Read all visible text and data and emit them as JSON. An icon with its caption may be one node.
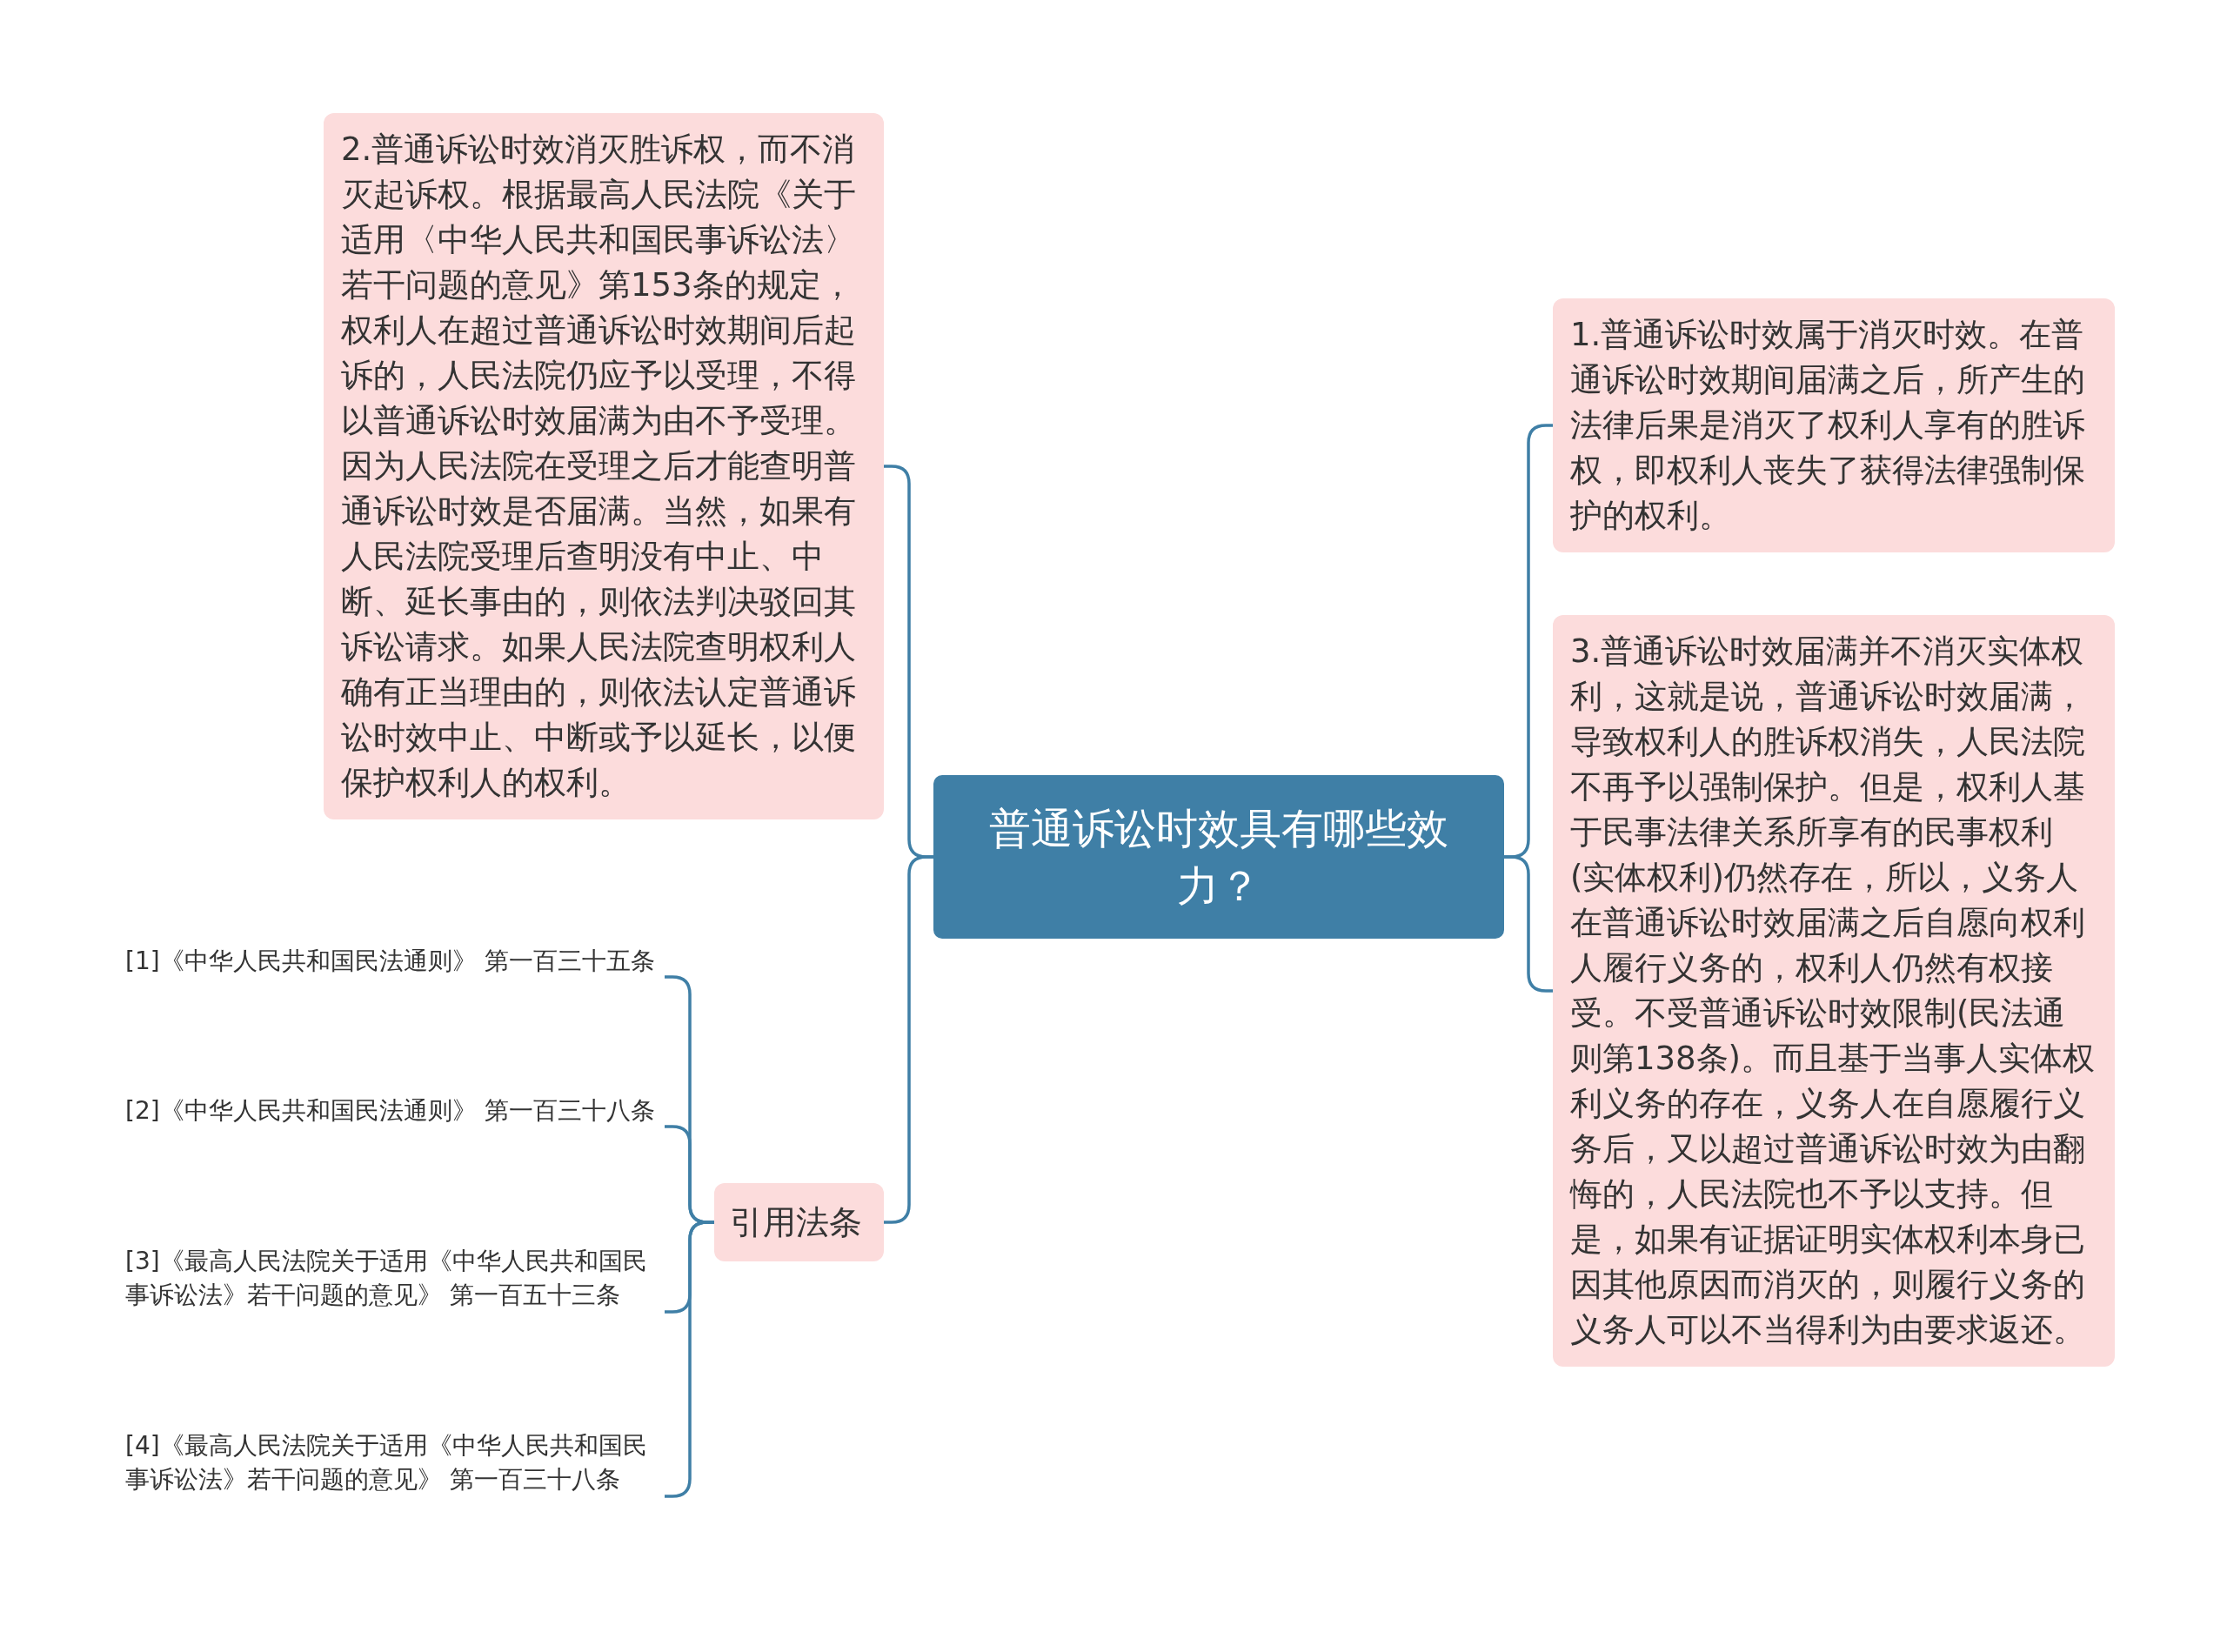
{
  "diagram": {
    "nodes": [
      {
        "text": [
          "普通诉讼时效具有哪些效力？"
        ]
      },
      {
        "text": [
          "1.普通诉讼时效属于消灭时效。在普通诉讼时效期间届满之后，所产生的法律后果是消灭了权利人享有的胜诉权，即权利人丧失了获得法律强制保护的权利。"
        ]
      },
      {
        "text": [
          "2.普通诉讼时效消灭胜诉权，而不消灭起诉权。根据最高人民法院《关于适用〈中华人民共和国民事诉讼法〉若干问题的意见》第153条的规定，权利人在超过普通诉讼时效期间后起诉的，人民法院仍应予以受理，不得以普通诉讼时效届满为由不予受理。因为人民法院在受理之后才能查明普通诉讼时效是否届满。当然，如果有人民法院受理后查明没有中止、中断、延长事由的，则依法判决驳回其诉讼请求。如果人民法院查明权利人确有正当理由的，则依法认定普通诉讼时效中止、中断或予以延长，以便保护权利人的权利。"
        ]
      },
      {
        "text": [
          "3.普通诉讼时效届满并不消灭实体权利，这就是说，普通诉讼时效届满，导致权利人的胜诉权消失，人民法院不再予以强制保护。但是，权利人基于民事法律关系所享有的民事权利(实体权利)仍然存在，所以，义务人在普通诉讼时效届满之后自愿向权利人履行义务的，权利人仍然有权接受。不受普通诉讼时效限制(民法通则第138条)。而且基于当事人实体权利义务的存在，义务人在自愿履行义务后，又以超过普通诉讼时效为由翻悔的，人民法院也不予以支持。但是，如果有证据证明实体权利本身已因其他原因而消灭的，则履行义务的义务人可以不当得利为由要求返还。"
        ]
      },
      {
        "text": [
          "引用法条"
        ]
      },
      {
        "text": [
          "[1]《中华人民共和国民法通则》 第一百三十五条"
        ]
      },
      {
        "text": [
          "[2]《中华人民共和国民法通则》 第一百三十八条"
        ]
      },
      {
        "text": [
          "[3]《最高人民法院关于适用《中华人民共和国民事诉讼法》若干问题的意见》 第一百五十三条"
        ]
      },
      {
        "text": [
          "[4]《最高人民法院关于适用《中华人民共和国民事诉讼法》若干问题的意见》 第一百三十八条"
        ]
      }
    ],
    "edges": [
      {
        "from": 0,
        "to": 1,
        "arrow": "none"
      },
      {
        "from": 0,
        "to": 2,
        "arrow": "none"
      },
      {
        "from": 0,
        "to": 3,
        "arrow": "none"
      },
      {
        "from": 0,
        "to": 4,
        "arrow": "none"
      },
      {
        "from": 4,
        "to": 5,
        "arrow": "none"
      },
      {
        "from": 4,
        "to": 6,
        "arrow": "none"
      },
      {
        "from": 4,
        "to": 7,
        "arrow": "none"
      },
      {
        "from": 4,
        "to": 8,
        "arrow": "none"
      }
    ]
  }
}
